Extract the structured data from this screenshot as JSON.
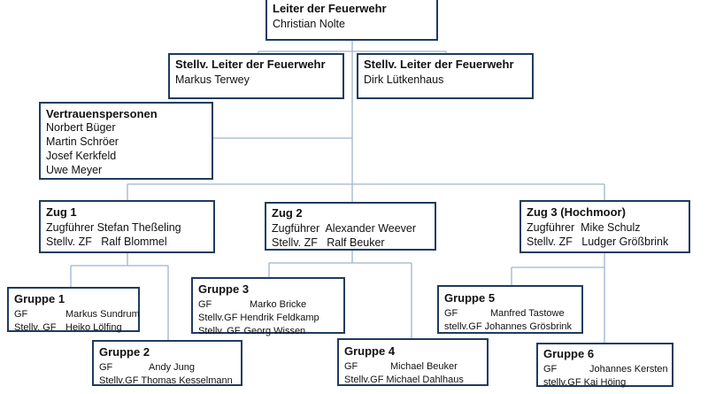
{
  "leiter": {
    "title": "Leiter der Feuerwehr",
    "name": "Christian Nolte"
  },
  "stellv1": {
    "title": "Stellv. Leiter der Feuerwehr",
    "name": "Markus Terwey"
  },
  "stellv2": {
    "title": "Stellv. Leiter der Feuerwehr",
    "name": "Dirk Lütkenhaus"
  },
  "vertrauen": {
    "title": "Vertrauenspersonen",
    "names": [
      "Norbert Büger",
      "Martin Schröer",
      "Josef Kerkfeld",
      "Uwe Meyer"
    ]
  },
  "zug1": {
    "title": "Zug 1",
    "line1": "Zugführer Stefan Theßeling",
    "line2": "Stellv. ZF   Ralf Blommel"
  },
  "zug2": {
    "title": "Zug 2",
    "line1": "Zugführer  Alexander Weever",
    "line2": "Stellv. ZF   Ralf Beuker"
  },
  "zug3": {
    "title": "Zug 3 (Hochmoor)",
    "line1": "Zugführer  Mike Schulz",
    "line2": "Stellv. ZF   Ludger Größbrink"
  },
  "gruppe1": {
    "title": "Gruppe 1",
    "rows": [
      [
        "GF",
        "Markus Sundrum"
      ],
      [
        "Stellv. GF",
        "Heiko Lölfing"
      ]
    ]
  },
  "gruppe2": {
    "title": "Gruppe 2",
    "rows": [
      [
        "GF",
        "Andy Jung"
      ],
      [
        "Stellv.GF",
        "Thomas Kesselmann"
      ]
    ]
  },
  "gruppe3": {
    "title": "Gruppe 3",
    "rows": [
      [
        "GF",
        "Marko Bricke"
      ],
      [
        "Stellv.GF",
        "Hendrik Feldkamp"
      ],
      [
        "Stellv. GF",
        "Georg Wissen"
      ]
    ]
  },
  "gruppe4": {
    "title": "Gruppe 4",
    "rows": [
      [
        "GF",
        "Michael Beuker"
      ],
      [
        "Stellv.GF",
        "Michael Dahlhaus"
      ]
    ]
  },
  "gruppe5": {
    "title": "Gruppe 5",
    "rows": [
      [
        "GF",
        "Manfred Tastowe"
      ],
      [
        "stellv.GF",
        "Johannes Grösbrink"
      ]
    ]
  },
  "gruppe6": {
    "title": "Gruppe 6",
    "rows": [
      [
        "GF",
        "Johannes Kersten"
      ],
      [
        "stellv.GF",
        "Kai Höing"
      ]
    ]
  },
  "colors": {
    "border": "#1f3b61",
    "connector": "#9fb4cf"
  }
}
